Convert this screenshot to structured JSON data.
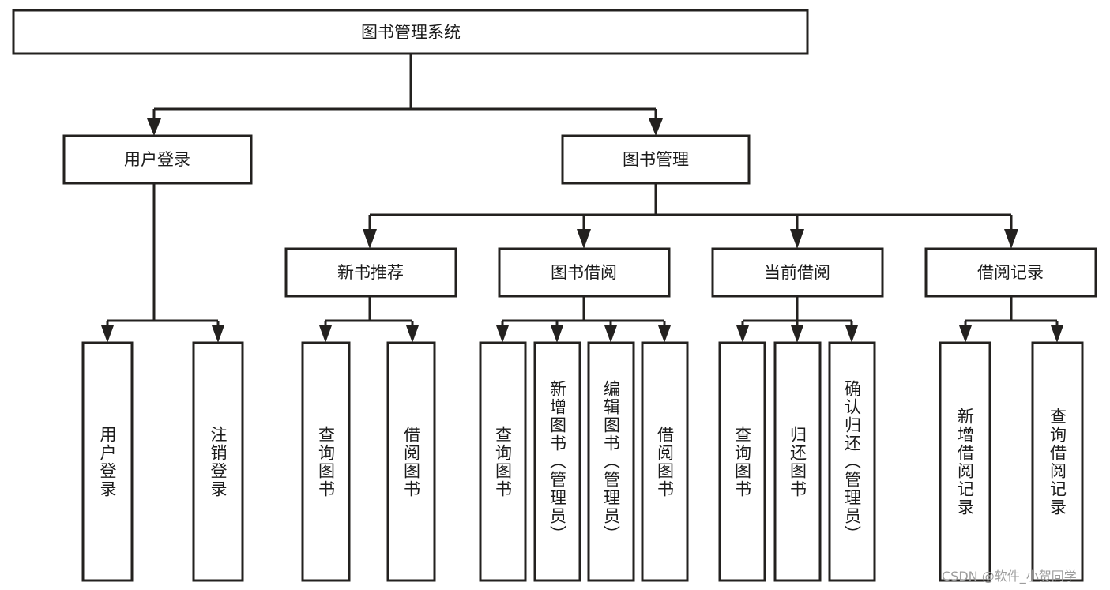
{
  "diagram": {
    "type": "tree",
    "title": "图书管理系统",
    "watermark": "CSDN @软件_小贺同学",
    "colors": {
      "stroke": "#23211f",
      "fill": "#ffffff",
      "text": "#1b1b1b",
      "watermark": "#9d9d9d"
    },
    "root": {
      "label": "图书管理系统"
    },
    "level2": [
      {
        "label": "用户登录"
      },
      {
        "label": "图书管理"
      }
    ],
    "level3": [
      {
        "label": "新书推荐"
      },
      {
        "label": "图书借阅"
      },
      {
        "label": "当前借阅"
      },
      {
        "label": "借阅记录"
      }
    ],
    "leaves": {
      "user_login": [
        {
          "label": "用户登录"
        },
        {
          "label": "注销登录"
        }
      ],
      "new_book_recommend": [
        {
          "label": "查询图书"
        },
        {
          "label": "借阅图书"
        }
      ],
      "book_borrow": [
        {
          "label": "查询图书"
        },
        {
          "label": "新增图书（管理员）"
        },
        {
          "label": "编辑图书（管理员）"
        },
        {
          "label": "借阅图书"
        }
      ],
      "current_borrow": [
        {
          "label": "查询图书"
        },
        {
          "label": "归还图书"
        },
        {
          "label": "确认归还（管理员）"
        }
      ],
      "borrow_record": [
        {
          "label": "新增借阅记录"
        },
        {
          "label": "查询借阅记录"
        }
      ]
    }
  }
}
